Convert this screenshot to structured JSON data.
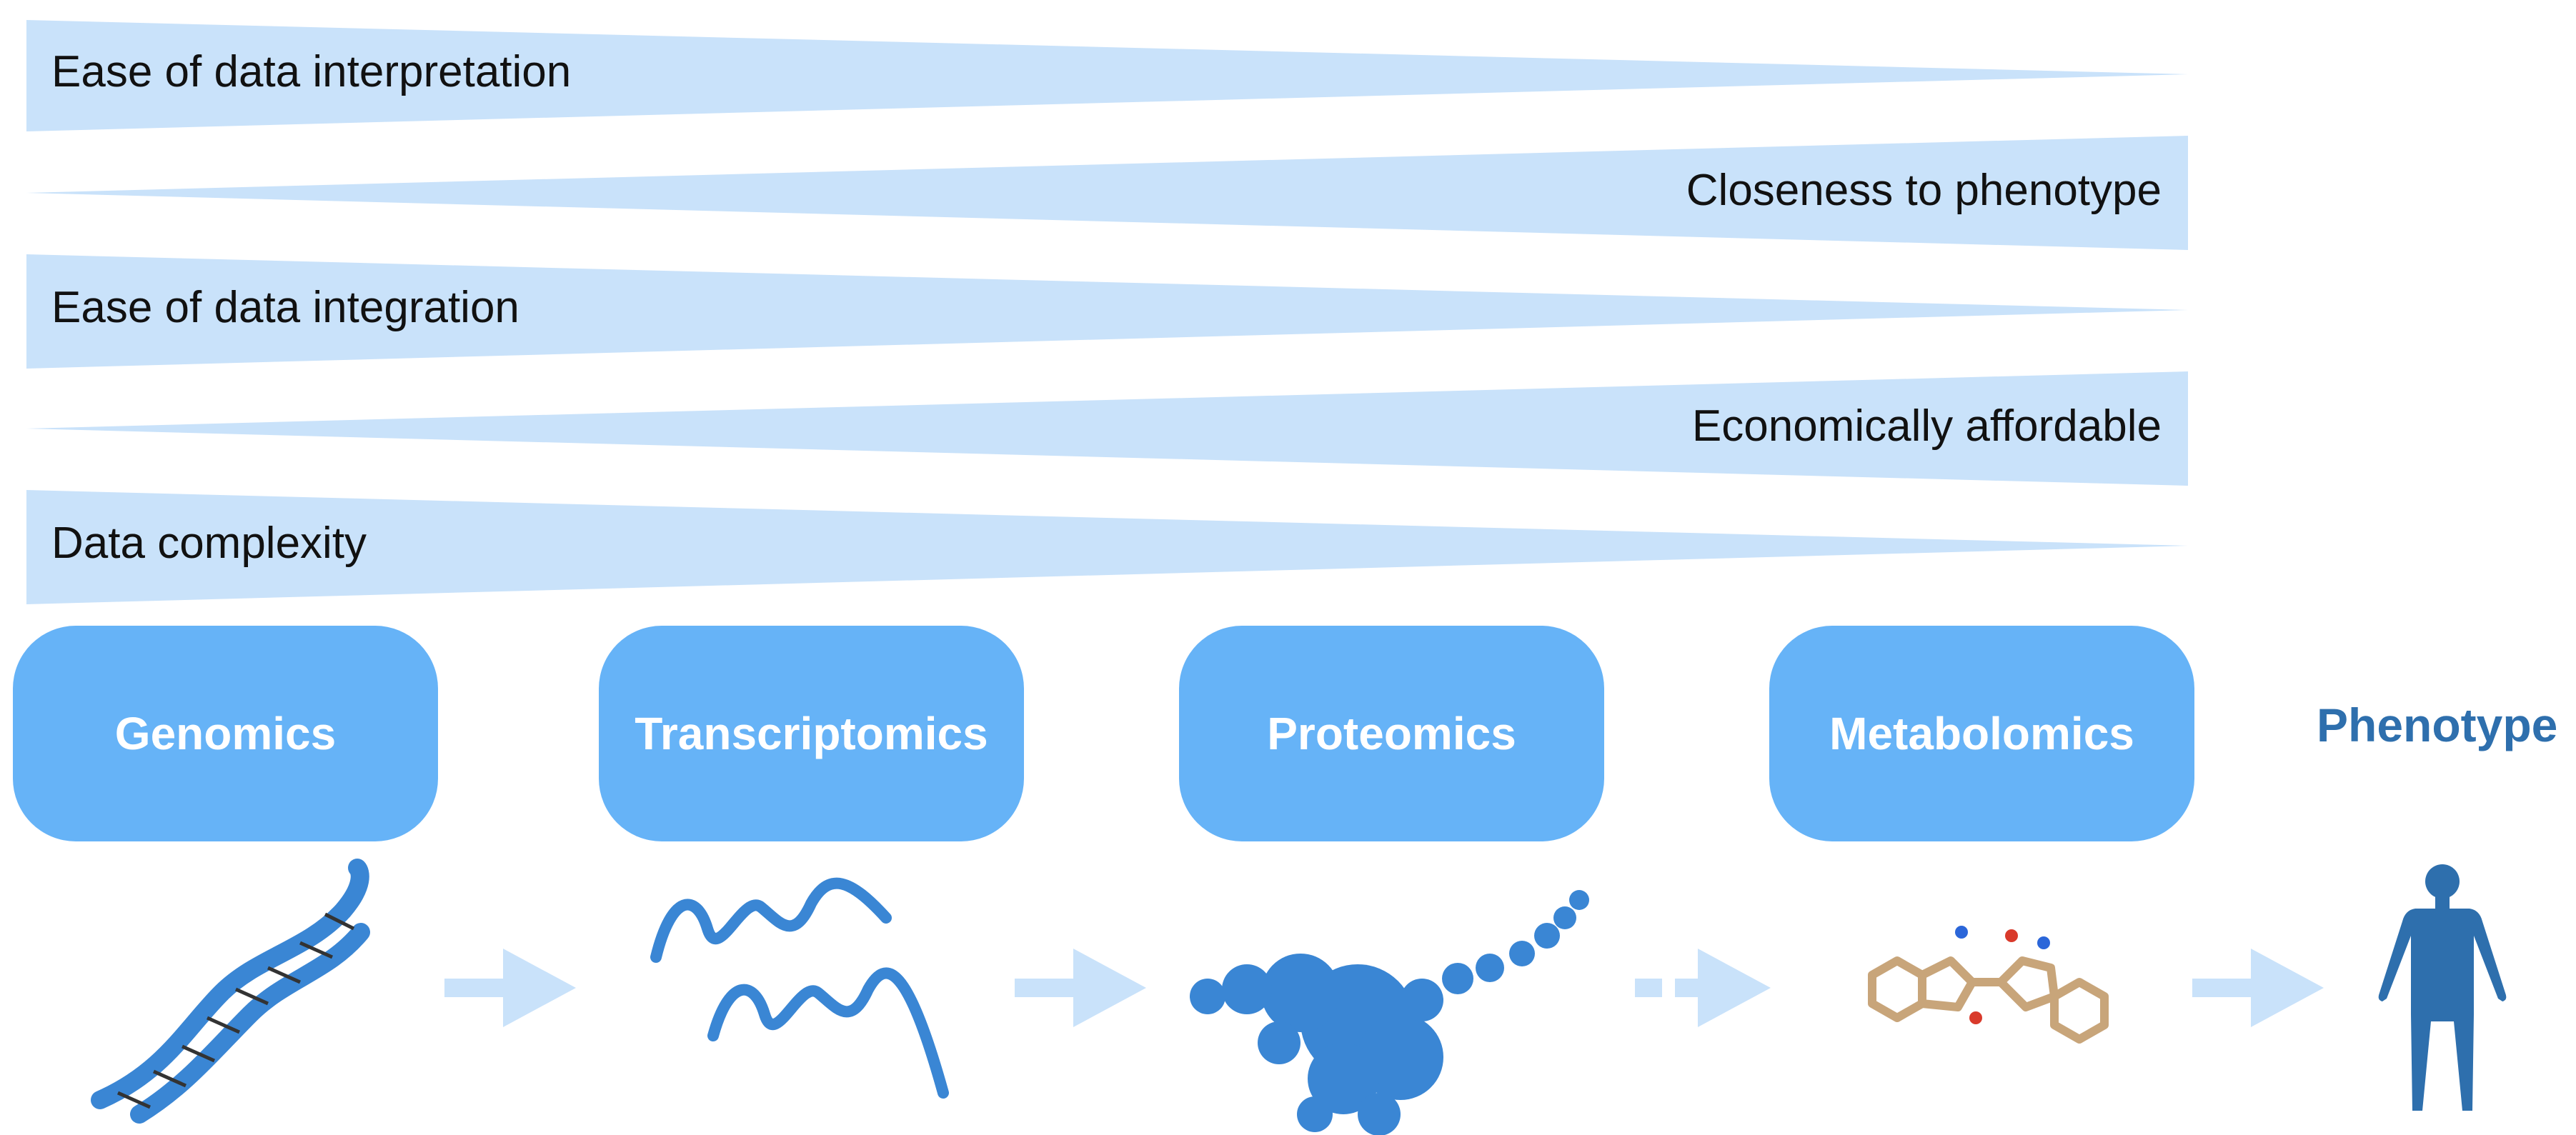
{
  "wedges": [
    {
      "label": "Ease of data interpretation",
      "direction": "narrows-right"
    },
    {
      "label": "Closeness to phenotype",
      "direction": "widens-right"
    },
    {
      "label": "Ease of data integration",
      "direction": "narrows-right"
    },
    {
      "label": "Economically affordable",
      "direction": "widens-right"
    },
    {
      "label": "Data complexity",
      "direction": "narrows-right"
    }
  ],
  "stages": [
    {
      "label": "Genomics",
      "icon": "dna-double-helix-icon"
    },
    {
      "label": "Transcriptomics",
      "icon": "rna-strand-icon"
    },
    {
      "label": "Proteomics",
      "icon": "protein-structure-icon"
    },
    {
      "label": "Metabolomics",
      "icon": "metabolite-molecule-icon"
    }
  ],
  "phenotype": {
    "label": "Phenotype",
    "icon": "human-figure-icon"
  },
  "colors": {
    "wedge": "#c9e2fa",
    "box": "#66b3f7",
    "arrow": "#c9e2fa",
    "phenotype_text": "#2e6fad",
    "icon_blue": "#3a86d4"
  }
}
